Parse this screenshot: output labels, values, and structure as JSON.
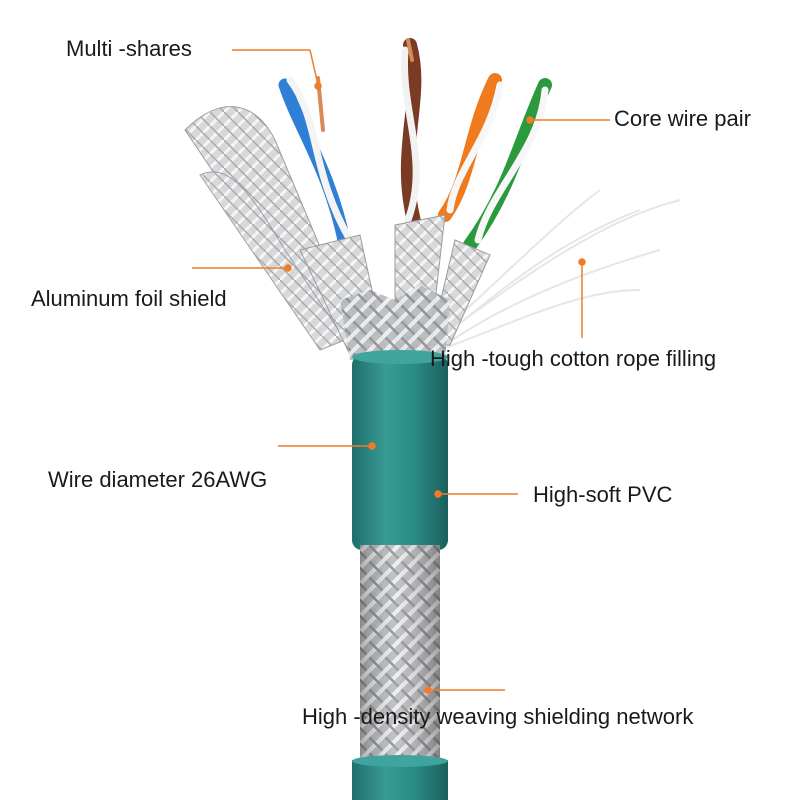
{
  "labels": {
    "multi_shares": "Multi -shares",
    "core_wire_pair": "Core wire pair",
    "aluminum_foil_shield": "Aluminum foil shield",
    "cotton_rope_filling": "High -tough cotton rope filling",
    "wire_diameter": "Wire diameter 26AWG",
    "high_soft_pvc": "High-soft PVC",
    "weaving_shield": "High -density weaving shielding network"
  },
  "colors": {
    "leader_line": "#f07c2a",
    "jacket": "#2a8a86",
    "jacket_dark": "#1f6e6b",
    "braid": "#b9bcbf",
    "foil": "#d9dadc",
    "wire_blue": "#2f7fd6",
    "wire_brown": "#7a3b25",
    "wire_orange": "#f07a1e",
    "wire_green": "#2a9a3c"
  }
}
